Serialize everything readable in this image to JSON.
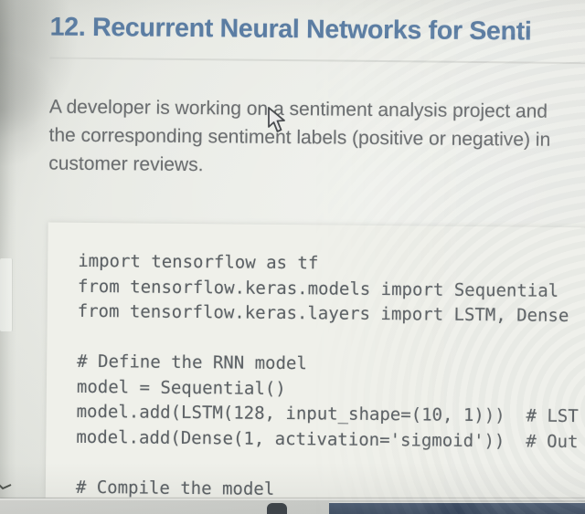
{
  "document": {
    "heading": "12. Recurrent Neural Networks for Senti",
    "paragraph_lines": [
      "A developer is working on a sentiment analysis project and",
      "the corresponding sentiment labels (positive or negative) in",
      "customer reviews."
    ],
    "code_lines": [
      "import tensorflow as tf",
      "from tensorflow.keras.models import Sequential",
      "from tensorflow.keras.layers import LSTM, Dense",
      "",
      "# Define the RNN model",
      "model = Sequential()",
      "model.add(LSTM(128, input_shape=(10, 1)))  # LST",
      "model.add(Dense(1, activation='sigmoid'))  # Out",
      "",
      "# Compile the model"
    ]
  },
  "cursor": {
    "icon": "arrow-pointer"
  },
  "colors": {
    "heading_text": "#5b7da3",
    "body_text": "#6b6e70",
    "code_text": "#5c6165",
    "code_background": "#eff0ea",
    "page_background": "#e7e9e3",
    "taskbar_navy": "#46566d",
    "divider": "#d8dad5"
  }
}
